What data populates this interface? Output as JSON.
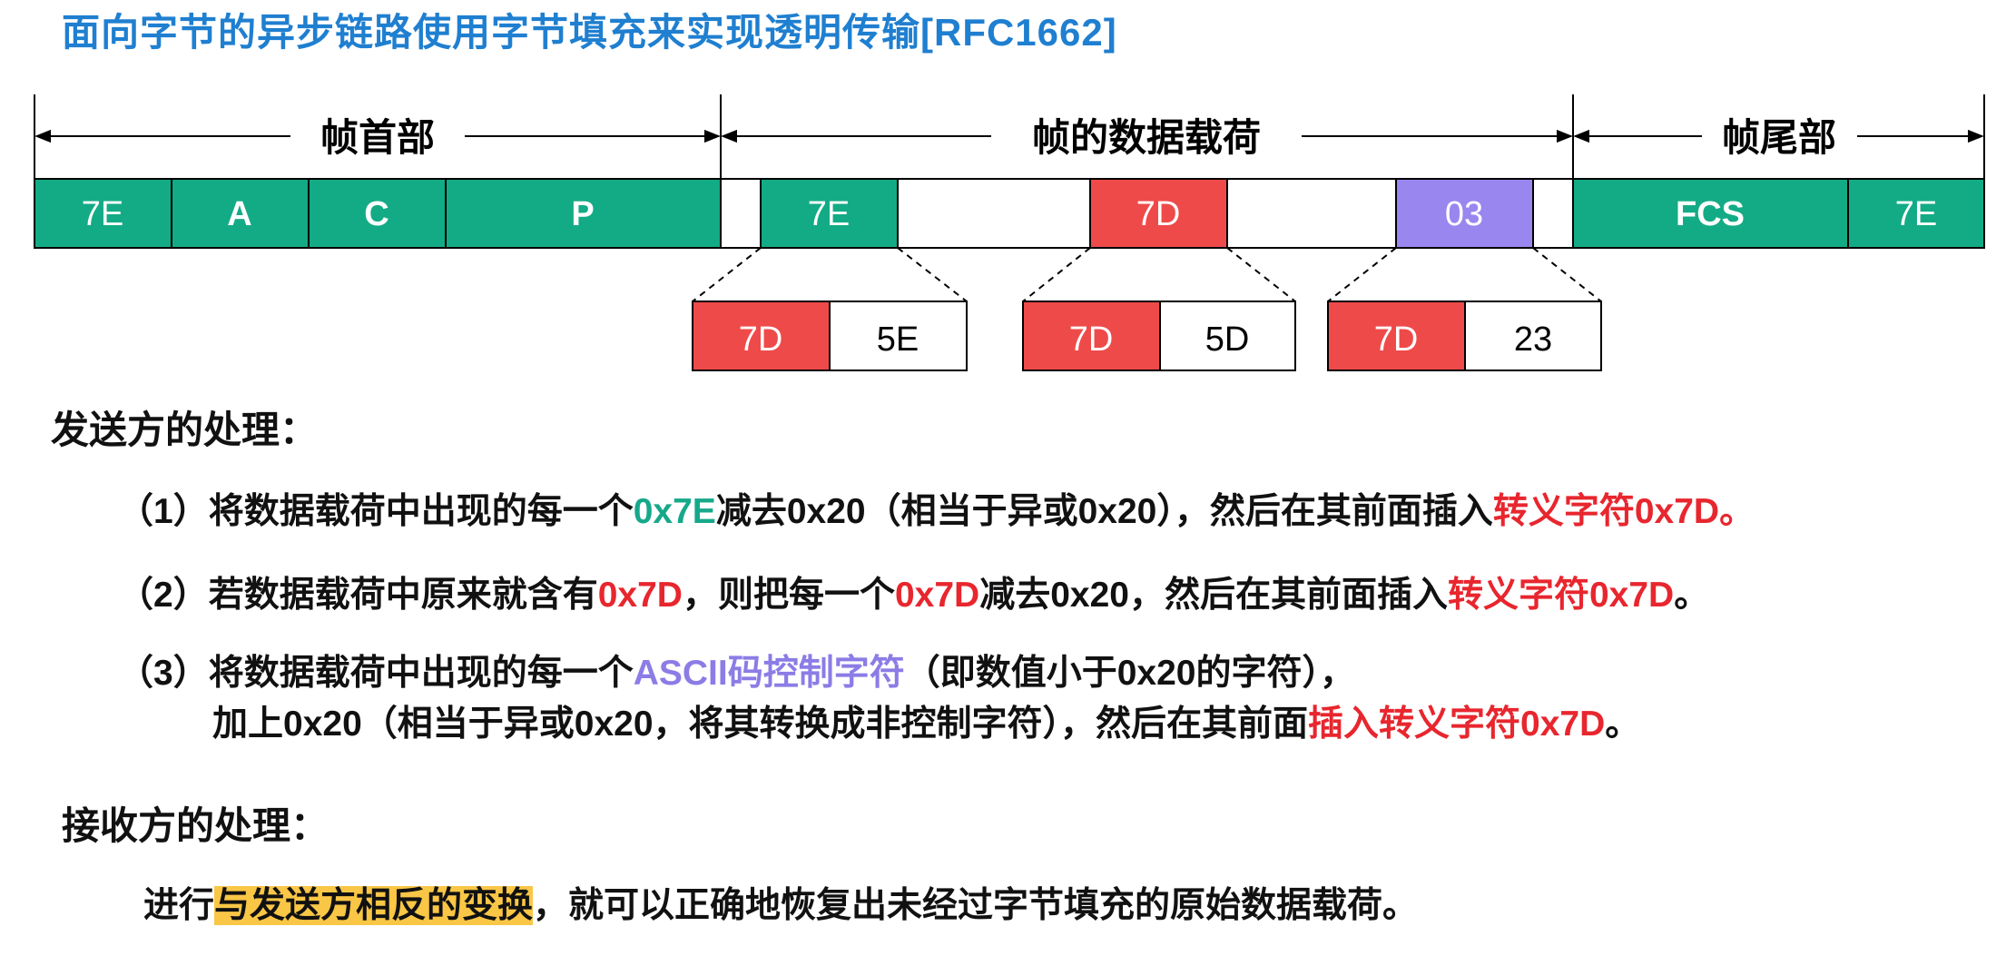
{
  "title": "面向字节的异步链路使用字节填充来实现透明传输[RFC1662]",
  "colors": {
    "teal": "#13ab85",
    "red": "#ef4a4a",
    "purple": "#9a86ef",
    "title_blue": "#1f7fd0",
    "highlight": "#f9c646"
  },
  "header_labels": {
    "header": "帧首部",
    "payload": "帧的数据载荷",
    "trailer": "帧尾部"
  },
  "frame": {
    "header_fields": [
      "7E",
      "A",
      "C",
      "P"
    ],
    "payload_bytes": [
      "7E",
      "7D",
      "03"
    ],
    "trailer_fields": [
      "FCS",
      "7E"
    ]
  },
  "escapes": [
    {
      "escape": "7D",
      "value": "5E"
    },
    {
      "escape": "7D",
      "value": "5D"
    },
    {
      "escape": "7D",
      "value": "23"
    }
  ],
  "sender": {
    "heading": "发送方的处理：",
    "item1": {
      "num": "（1）",
      "a": "将数据载荷中出现的每一个",
      "b": "0x7E",
      "c": "减去0x20（相当于异或0x20），然后在其前面插入",
      "d": "转义字符0x7D。"
    },
    "item2": {
      "num": "（2）",
      "a": "若数据载荷中原来就含有",
      "b": "0x7D",
      "c": "，则把每一个",
      "d": "0x7D",
      "e": "减去0x20，然后在其前面插入",
      "f": "转义字符0x7D",
      "g": "。"
    },
    "item3": {
      "num": "（3）",
      "a": "将数据载荷中出现的每一个",
      "b": "ASCII码控制字符",
      "c": "（即数值小于0x20的字符），",
      "d": "加上0x20（相当于异或0x20，将其转换成非控制字符），然后在其前面",
      "e": "插入转义字符0x7D",
      "f": "。"
    }
  },
  "receiver": {
    "heading": "接收方的处理：",
    "a": "进行",
    "b": "与发送方相反的变换",
    "c": "，就可以正确地恢复出未经过字节填充的原始数据载荷。"
  }
}
